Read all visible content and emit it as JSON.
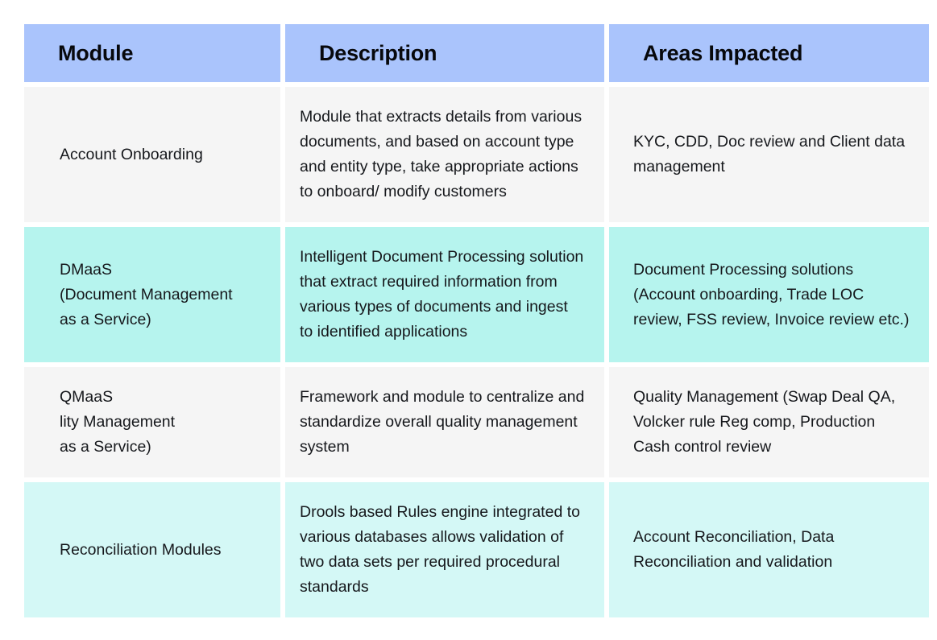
{
  "table": {
    "columns": [
      {
        "key": "module",
        "label": "Module"
      },
      {
        "key": "description",
        "label": "Description"
      },
      {
        "key": "areas",
        "label": "Areas Impacted"
      }
    ],
    "header_background": "#aac4fc",
    "row_tones": [
      "#f5f5f5",
      "#b6f4ee",
      "#f5f5f5",
      "#d4f8f6"
    ],
    "rows": [
      {
        "module": "Account Onboarding",
        "description": "Module that extracts details from various documents, and based on account type and entity type, take appropriate actions to onboard/ modify customers",
        "areas": "KYC, CDD, Doc review and Client data management"
      },
      {
        "module": "DMaaS\n(Document Management\nas a Service)",
        "description": "Intelligent Document Processing solution that extract required information from various types of documents and ingest to identified applications",
        "areas": "Document Processing solutions (Account onboarding, Trade LOC review, FSS review, Invoice review etc.)"
      },
      {
        "module": "QMaaS\nlity Management\nas a Service)",
        "description": "Framework and module to centralize and standardize overall quality management system",
        "areas": "Quality Management (Swap Deal QA, Volcker rule Reg comp, Production Cash control review"
      },
      {
        "module": "Reconciliation Modules",
        "description": "Drools based Rules engine integrated to various databases allows validation of two data sets per required procedural standards",
        "areas": "Account Reconciliation, Data Reconciliation and validation"
      }
    ]
  }
}
